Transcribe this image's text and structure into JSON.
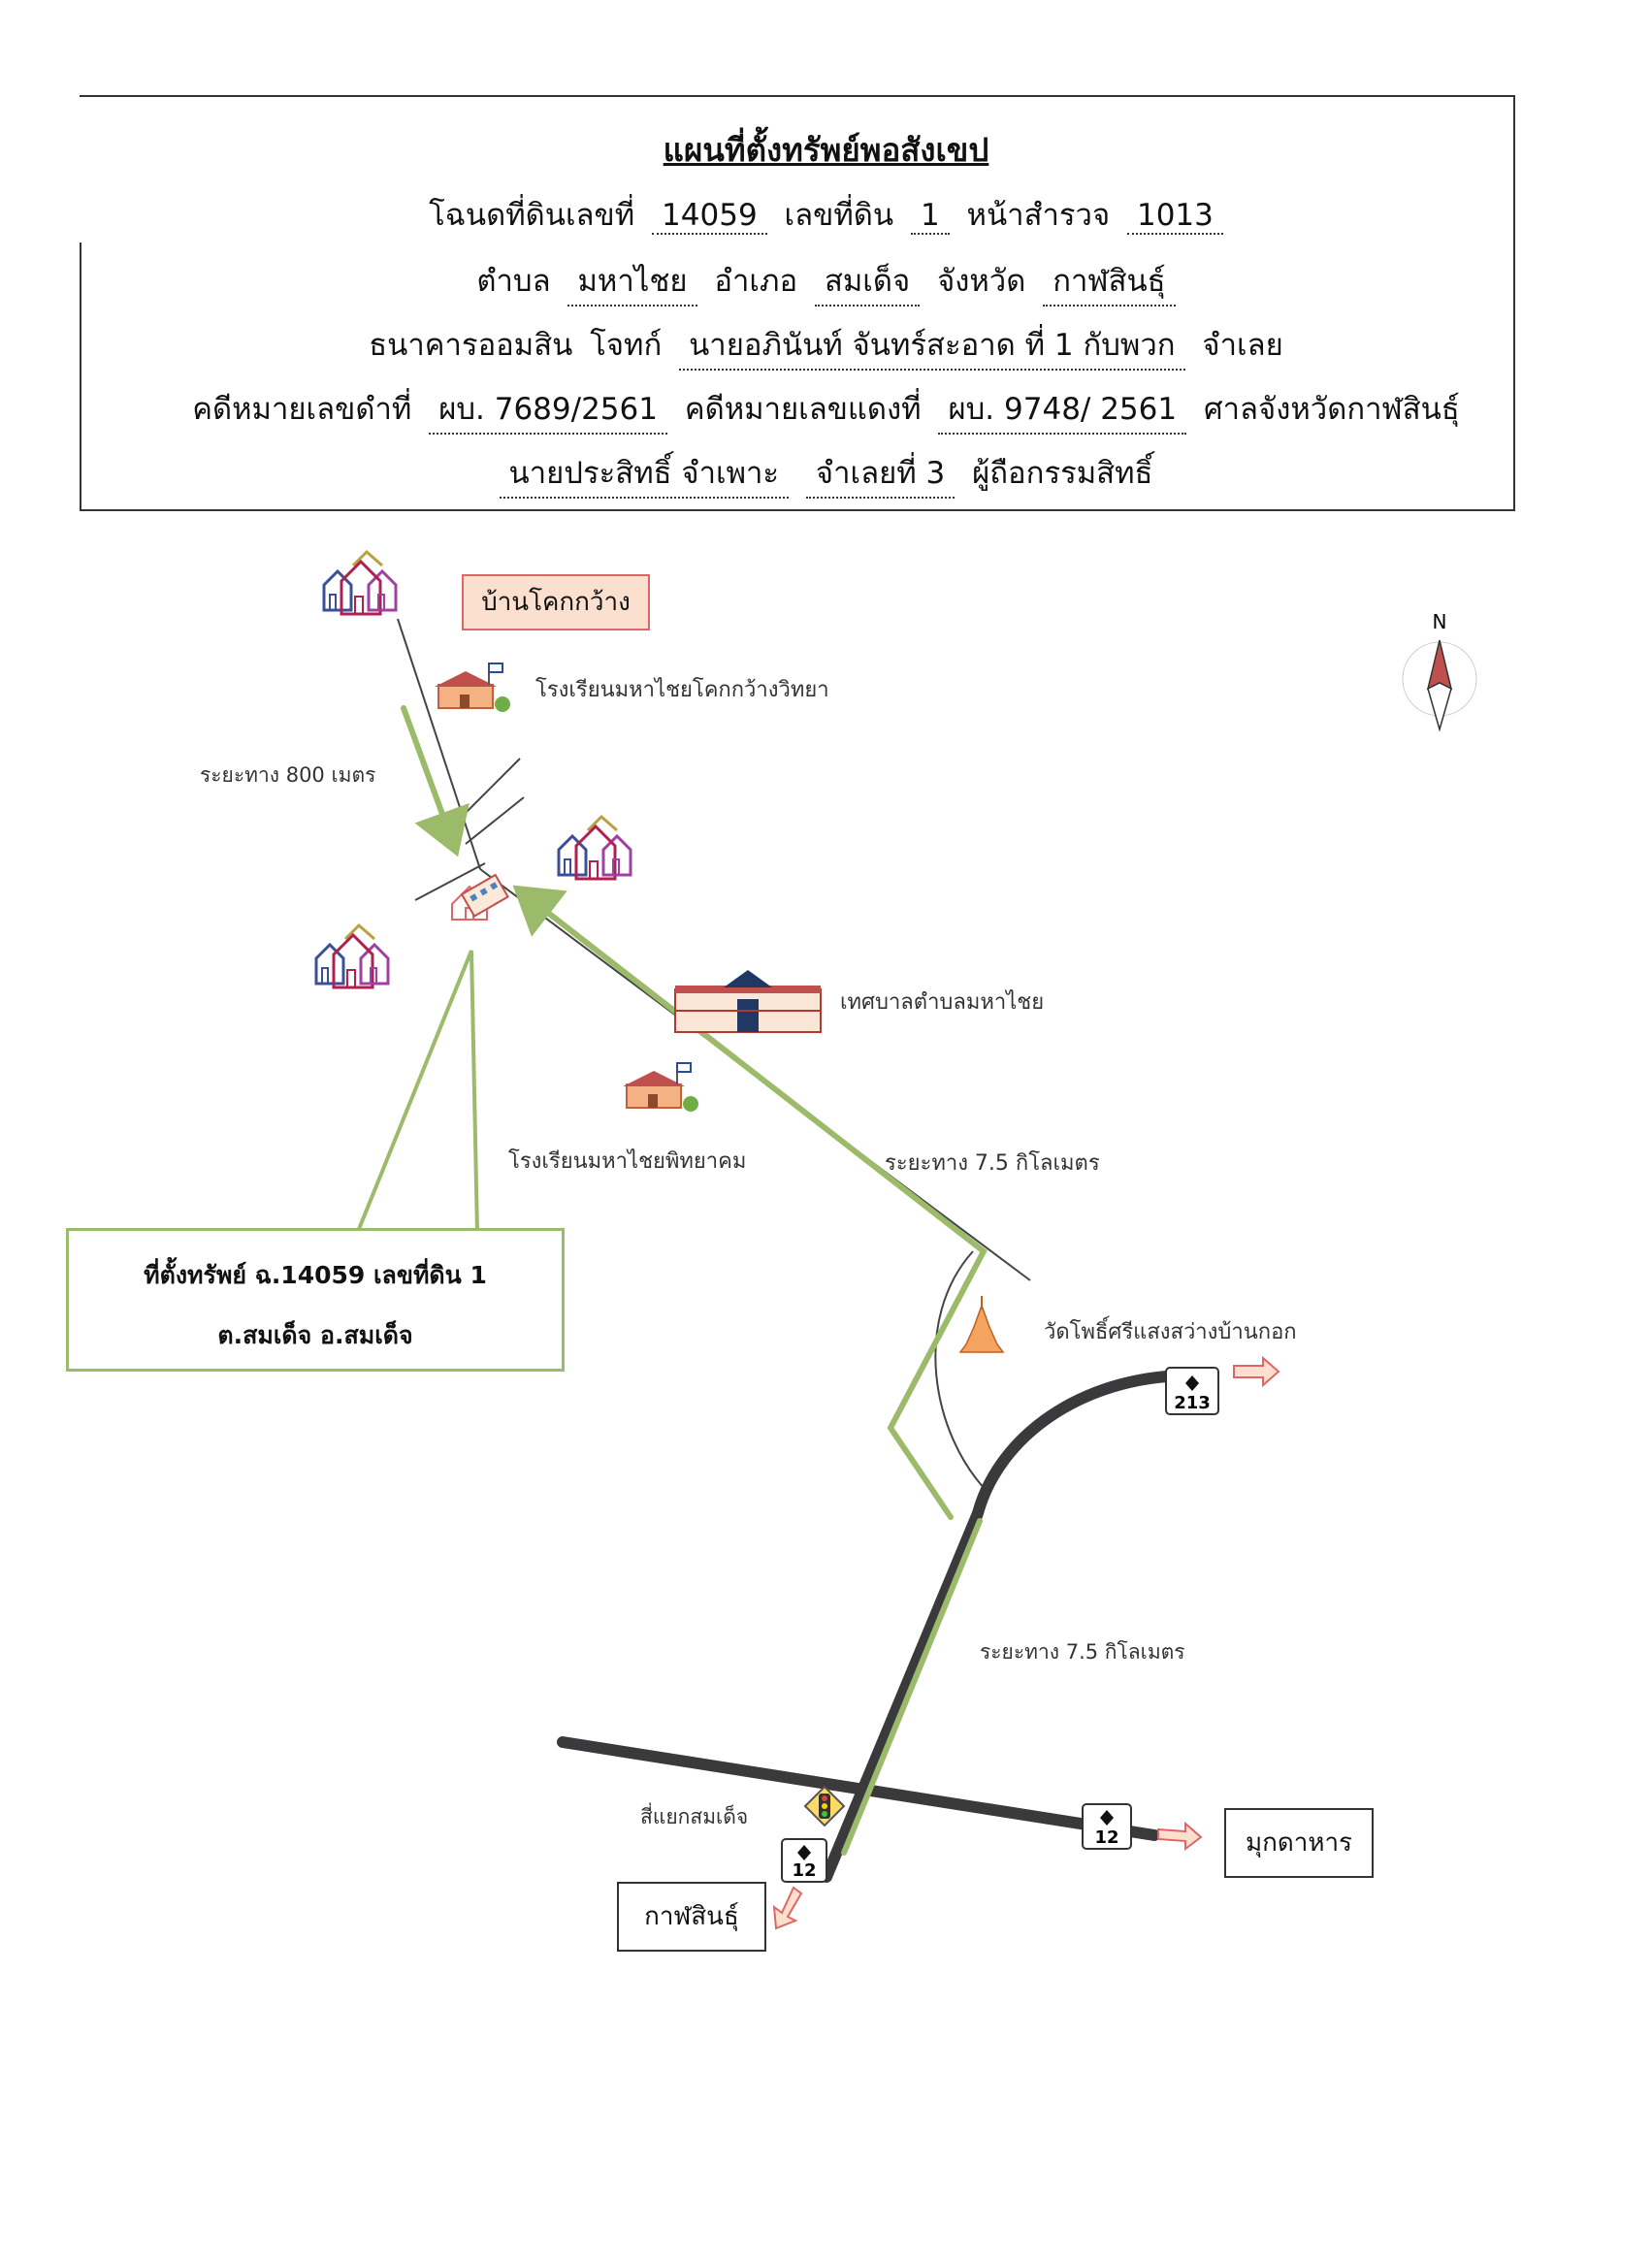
{
  "header": {
    "title": "แผนที่ตั้งทรัพย์พอสังเขป",
    "line1": {
      "deed_label": "โฉนดที่ดินเลขที่",
      "deed_no": "14059",
      "land_label": "เลขที่ดิน",
      "land_no": "1",
      "survey_label": "หน้าสำรวจ",
      "survey_no": "1013"
    },
    "line2": {
      "tambon_label": "ตำบล",
      "tambon": "มหาไชย",
      "amphoe_label": "อำเภอ",
      "amphoe": "สมเด็จ",
      "province_label": "จังหวัด",
      "province": "กาฬสินธุ์"
    },
    "line3": {
      "bank": "ธนาคารออมสิน",
      "plaintiff_label": "โจทก์",
      "defendant": "นายอภินันท์ จันทร์สะอาด ที่ 1 กับพวก",
      "defendant_label": "จำเลย"
    },
    "line4": {
      "black_case_label": "คดีหมายเลขดำที่",
      "black_case": "ผบ. 7689/2561",
      "red_case_label": "คดีหมายเลขแดงที่",
      "red_case": "ผบ. 9748/ 2561",
      "court": "ศาลจังหวัดกาฬสินธุ์"
    },
    "line5": {
      "owner": "นายประสิทธิ์ จำเพาะ",
      "owner_role": "จำเลยที่ 3",
      "owner_label": "ผู้ถือกรรมสิทธิ์"
    }
  },
  "map": {
    "village": "บ้านโคกกว้าง",
    "school_1": "โรงเรียนมหาไชยโคกกว้างวิทยา",
    "distance_1": "ระยะทาง 800 เมตร",
    "municipality": "เทศบาลตำบลมหาไชย",
    "school_2": "โรงเรียนมหาไชยพิทยาคม",
    "distance_2": "ระยะทาง 7.5 กิโลเมตร",
    "temple": "วัดโพธิ์ศรีแสงสว่างบ้านกอก",
    "distance_3": "ระยะทาง 7.5 กิโลเมตร",
    "intersection": "สี่แยกสมเด็จ",
    "dest_east": "มุกดาหาร",
    "dest_south": "กาฬสินธุ์",
    "route_213": "213",
    "route_12_east": "12",
    "route_12_south": "12",
    "north": "N",
    "property_line1": "ที่ตั้งทรัพย์ ฉ.14059    เลขที่ดิน 1",
    "property_line2": "ต.สมเด็จ อ.สมเด็จ"
  },
  "colors": {
    "route_green": "#9bbb6b",
    "road_dark": "#3a3a3c",
    "arrow_red": "#e06666",
    "box_orange": "#fbe0cf"
  }
}
